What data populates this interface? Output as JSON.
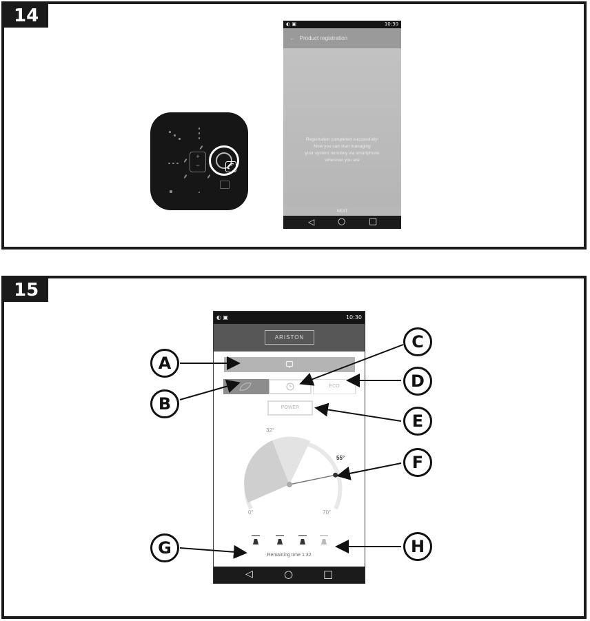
{
  "figures": [
    {
      "number": "14"
    },
    {
      "number": "15"
    }
  ],
  "figure14": {
    "status_time": "10:30",
    "app_bar_title": "Product registration",
    "message_lines": [
      "Registration completed successfully!",
      "Now you can start managing",
      "your system remotely via smartphone",
      "wherever you are"
    ],
    "next_label": "NEXT",
    "device_keys": {
      "plus": "+",
      "minus": "−"
    }
  },
  "figure15": {
    "status_time": "10:30",
    "brand": "ARISTON",
    "eco_label": "ECO",
    "power_label": "POWER",
    "gauge": {
      "left_value": "32°",
      "setpoint": "55°",
      "min": "0°",
      "max": "70°",
      "setpoint_fraction": 0.79
    },
    "showers": {
      "count": 4,
      "active": 3
    },
    "remaining_time": "Remaining time 1:32"
  },
  "callouts": [
    "A",
    "B",
    "C",
    "D",
    "E",
    "F",
    "G",
    "H"
  ],
  "icons": {
    "back": "◁",
    "home": "○",
    "recents": "□",
    "arrow_back": "←",
    "wifi": "wifi-icon",
    "battery": "battery-icon",
    "signal": "signal-icon",
    "clock": "clock-icon"
  }
}
